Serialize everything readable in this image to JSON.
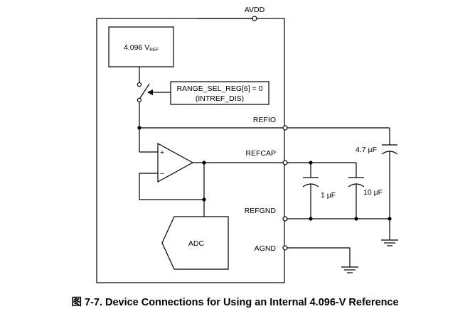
{
  "labels": {
    "avdd": "AVDD",
    "vref_value": "4.096 V",
    "vref_sub": "REF",
    "control_line1": "RANGE_SEL_REG[6] = 0",
    "control_line2": "(INTREF_DIS)",
    "refio": "REFIO",
    "refcap": "REFCAP",
    "refgnd": "REFGND",
    "agnd": "AGND",
    "adc": "ADC",
    "opamp_plus": "+",
    "opamp_minus": "−",
    "cap_4p7": "4.7 µF",
    "cap_1": "1 µF",
    "cap_10": "10 µF"
  },
  "caption": "图 7-7. Device Connections for Using an Internal 4.096-V Reference"
}
